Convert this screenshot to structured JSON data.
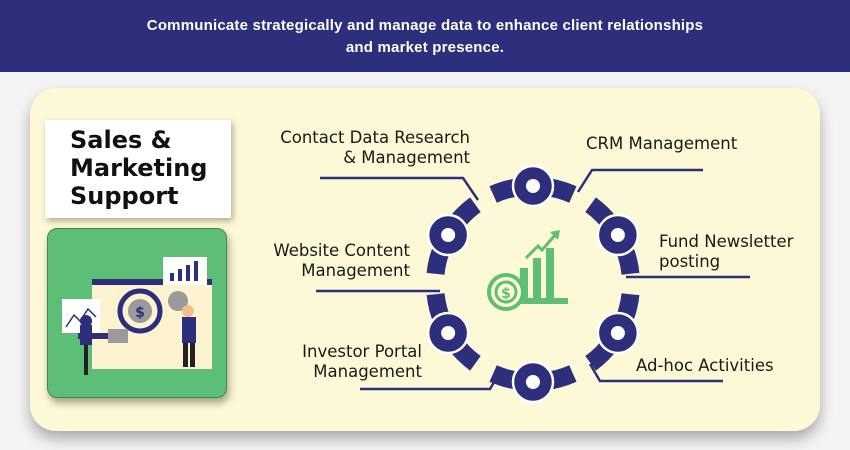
{
  "banner": {
    "line1": "Communicate strategically and manage data to enhance client relationships",
    "line2": "and market presence."
  },
  "title": {
    "line1": "Sales &",
    "line2": "Marketing",
    "line3": "Support"
  },
  "items": [
    {
      "line1": "Contact Data Research",
      "line2": "& Management"
    },
    {
      "line1": "CRM Management",
      "line2": ""
    },
    {
      "line1": "Website Content",
      "line2": "Management"
    },
    {
      "line1": "Fund Newsletter",
      "line2": "posting"
    },
    {
      "line1": "Investor Portal",
      "line2": "Management"
    },
    {
      "line1": "Ad-hoc Activities",
      "line2": ""
    }
  ],
  "center_icon": "money-growth-chart-icon",
  "illustration": "sales-team-dashboard-illustration",
  "colors": {
    "navy": "#2d2e7c",
    "green": "#5dbf77",
    "cream": "#fdf8d6"
  }
}
